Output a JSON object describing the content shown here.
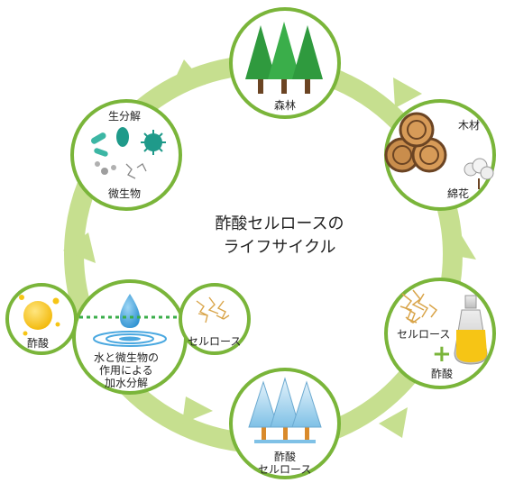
{
  "title": {
    "line1": "酢酸セルロースの",
    "line2": "ライフサイクル"
  },
  "nodes": {
    "forest": {
      "label": "森林"
    },
    "wood": {
      "label1": "木材",
      "label2": "綿花"
    },
    "cellulose_acetic": {
      "label1": "セルロース",
      "plus": "+",
      "label2": "酢酸"
    },
    "cellulose_acetate": {
      "line1": "酢酸",
      "line2": "セルロース"
    },
    "hydrolysis": {
      "line1": "水と微生物の",
      "line2": "作用による",
      "line3": "加水分解"
    },
    "cellulose_small": {
      "label": "セルロース"
    },
    "acetic_small": {
      "label": "酢酸"
    },
    "biodegradation": {
      "top": "生分解",
      "bottom": "微生物"
    }
  },
  "colors": {
    "arrow": "#c6df8f",
    "circle_border": "#7ab53a",
    "tree": "#2f9a3e",
    "trunk": "#6b4423",
    "water": "#4aa8e0",
    "acid_yellow": "#f6c515",
    "bacteria": "#1f9a8a"
  }
}
